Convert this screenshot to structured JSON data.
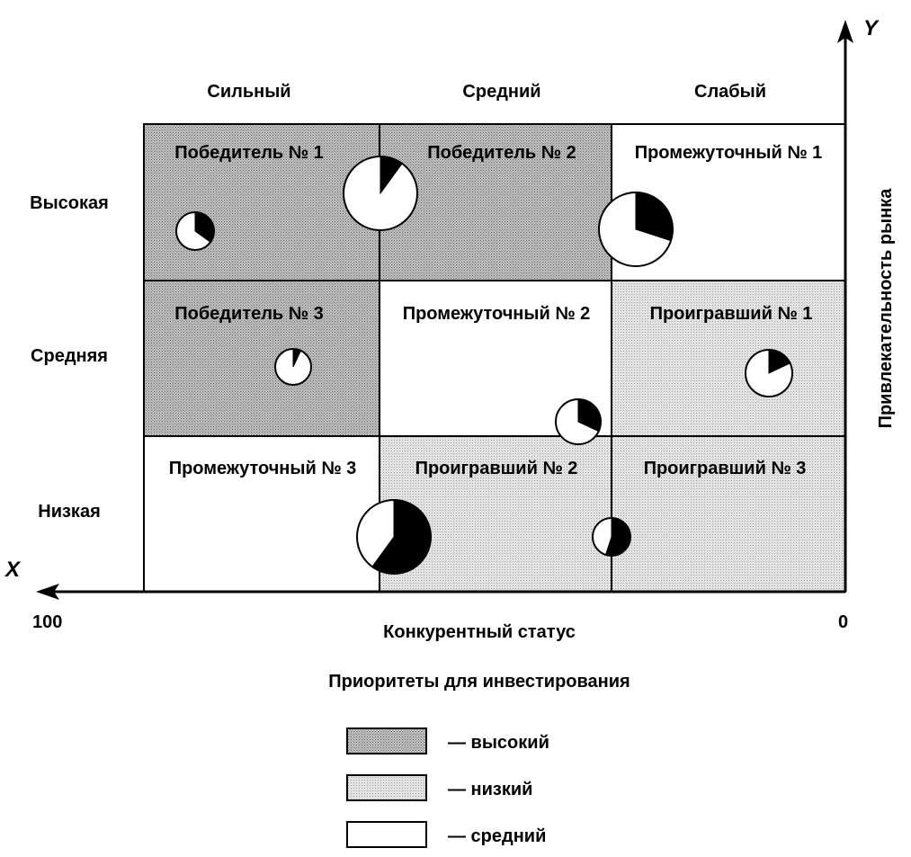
{
  "axes": {
    "x_letter": "X",
    "y_letter": "Y",
    "x_title": "Конкурентный статус",
    "y_title": "Привлекательность рынка",
    "x_left_value": "100",
    "x_right_value": "0"
  },
  "columns": [
    "Сильный",
    "Средний",
    "Слабый"
  ],
  "rows": [
    "Высокая",
    "Средняя",
    "Низкая"
  ],
  "cells": [
    [
      {
        "label": "Победитель № 1",
        "priority": "high"
      },
      {
        "label": "Победитель № 2",
        "priority": "high"
      },
      {
        "label": "Промежуточный № 1",
        "priority": "medium"
      }
    ],
    [
      {
        "label": "Победитель № 3",
        "priority": "high"
      },
      {
        "label": "Промежуточный № 2",
        "priority": "medium"
      },
      {
        "label": "Проигравший № 1",
        "priority": "low"
      }
    ],
    [
      {
        "label": "Промежуточный № 3",
        "priority": "medium"
      },
      {
        "label": "Проигравший № 2",
        "priority": "low"
      },
      {
        "label": "Проигравший № 3",
        "priority": "low"
      }
    ]
  ],
  "pies": [
    {
      "id": "pie-winner1-small",
      "share": 0.35
    },
    {
      "id": "pie-winner1-large",
      "share": 0.1
    },
    {
      "id": "pie-intermediate1",
      "share": 0.3
    },
    {
      "id": "pie-winner3",
      "share": 0.07
    },
    {
      "id": "pie-loser1",
      "share": 0.18
    },
    {
      "id": "pie-intermediate2",
      "share": 0.32
    },
    {
      "id": "pie-intermediate3",
      "share": 0.6
    },
    {
      "id": "pie-loser3",
      "share": 0.55
    }
  ],
  "legend": {
    "title": "Приоритеты для инвестирования",
    "items": [
      {
        "key": "high",
        "label": "— высокий"
      },
      {
        "key": "low",
        "label": "— низкий"
      },
      {
        "key": "medium",
        "label": "— средний"
      }
    ]
  },
  "colors": {
    "high": "#a9a9a9",
    "low": "#d6d6d6",
    "medium": "#ffffff",
    "ink": "#000000"
  }
}
